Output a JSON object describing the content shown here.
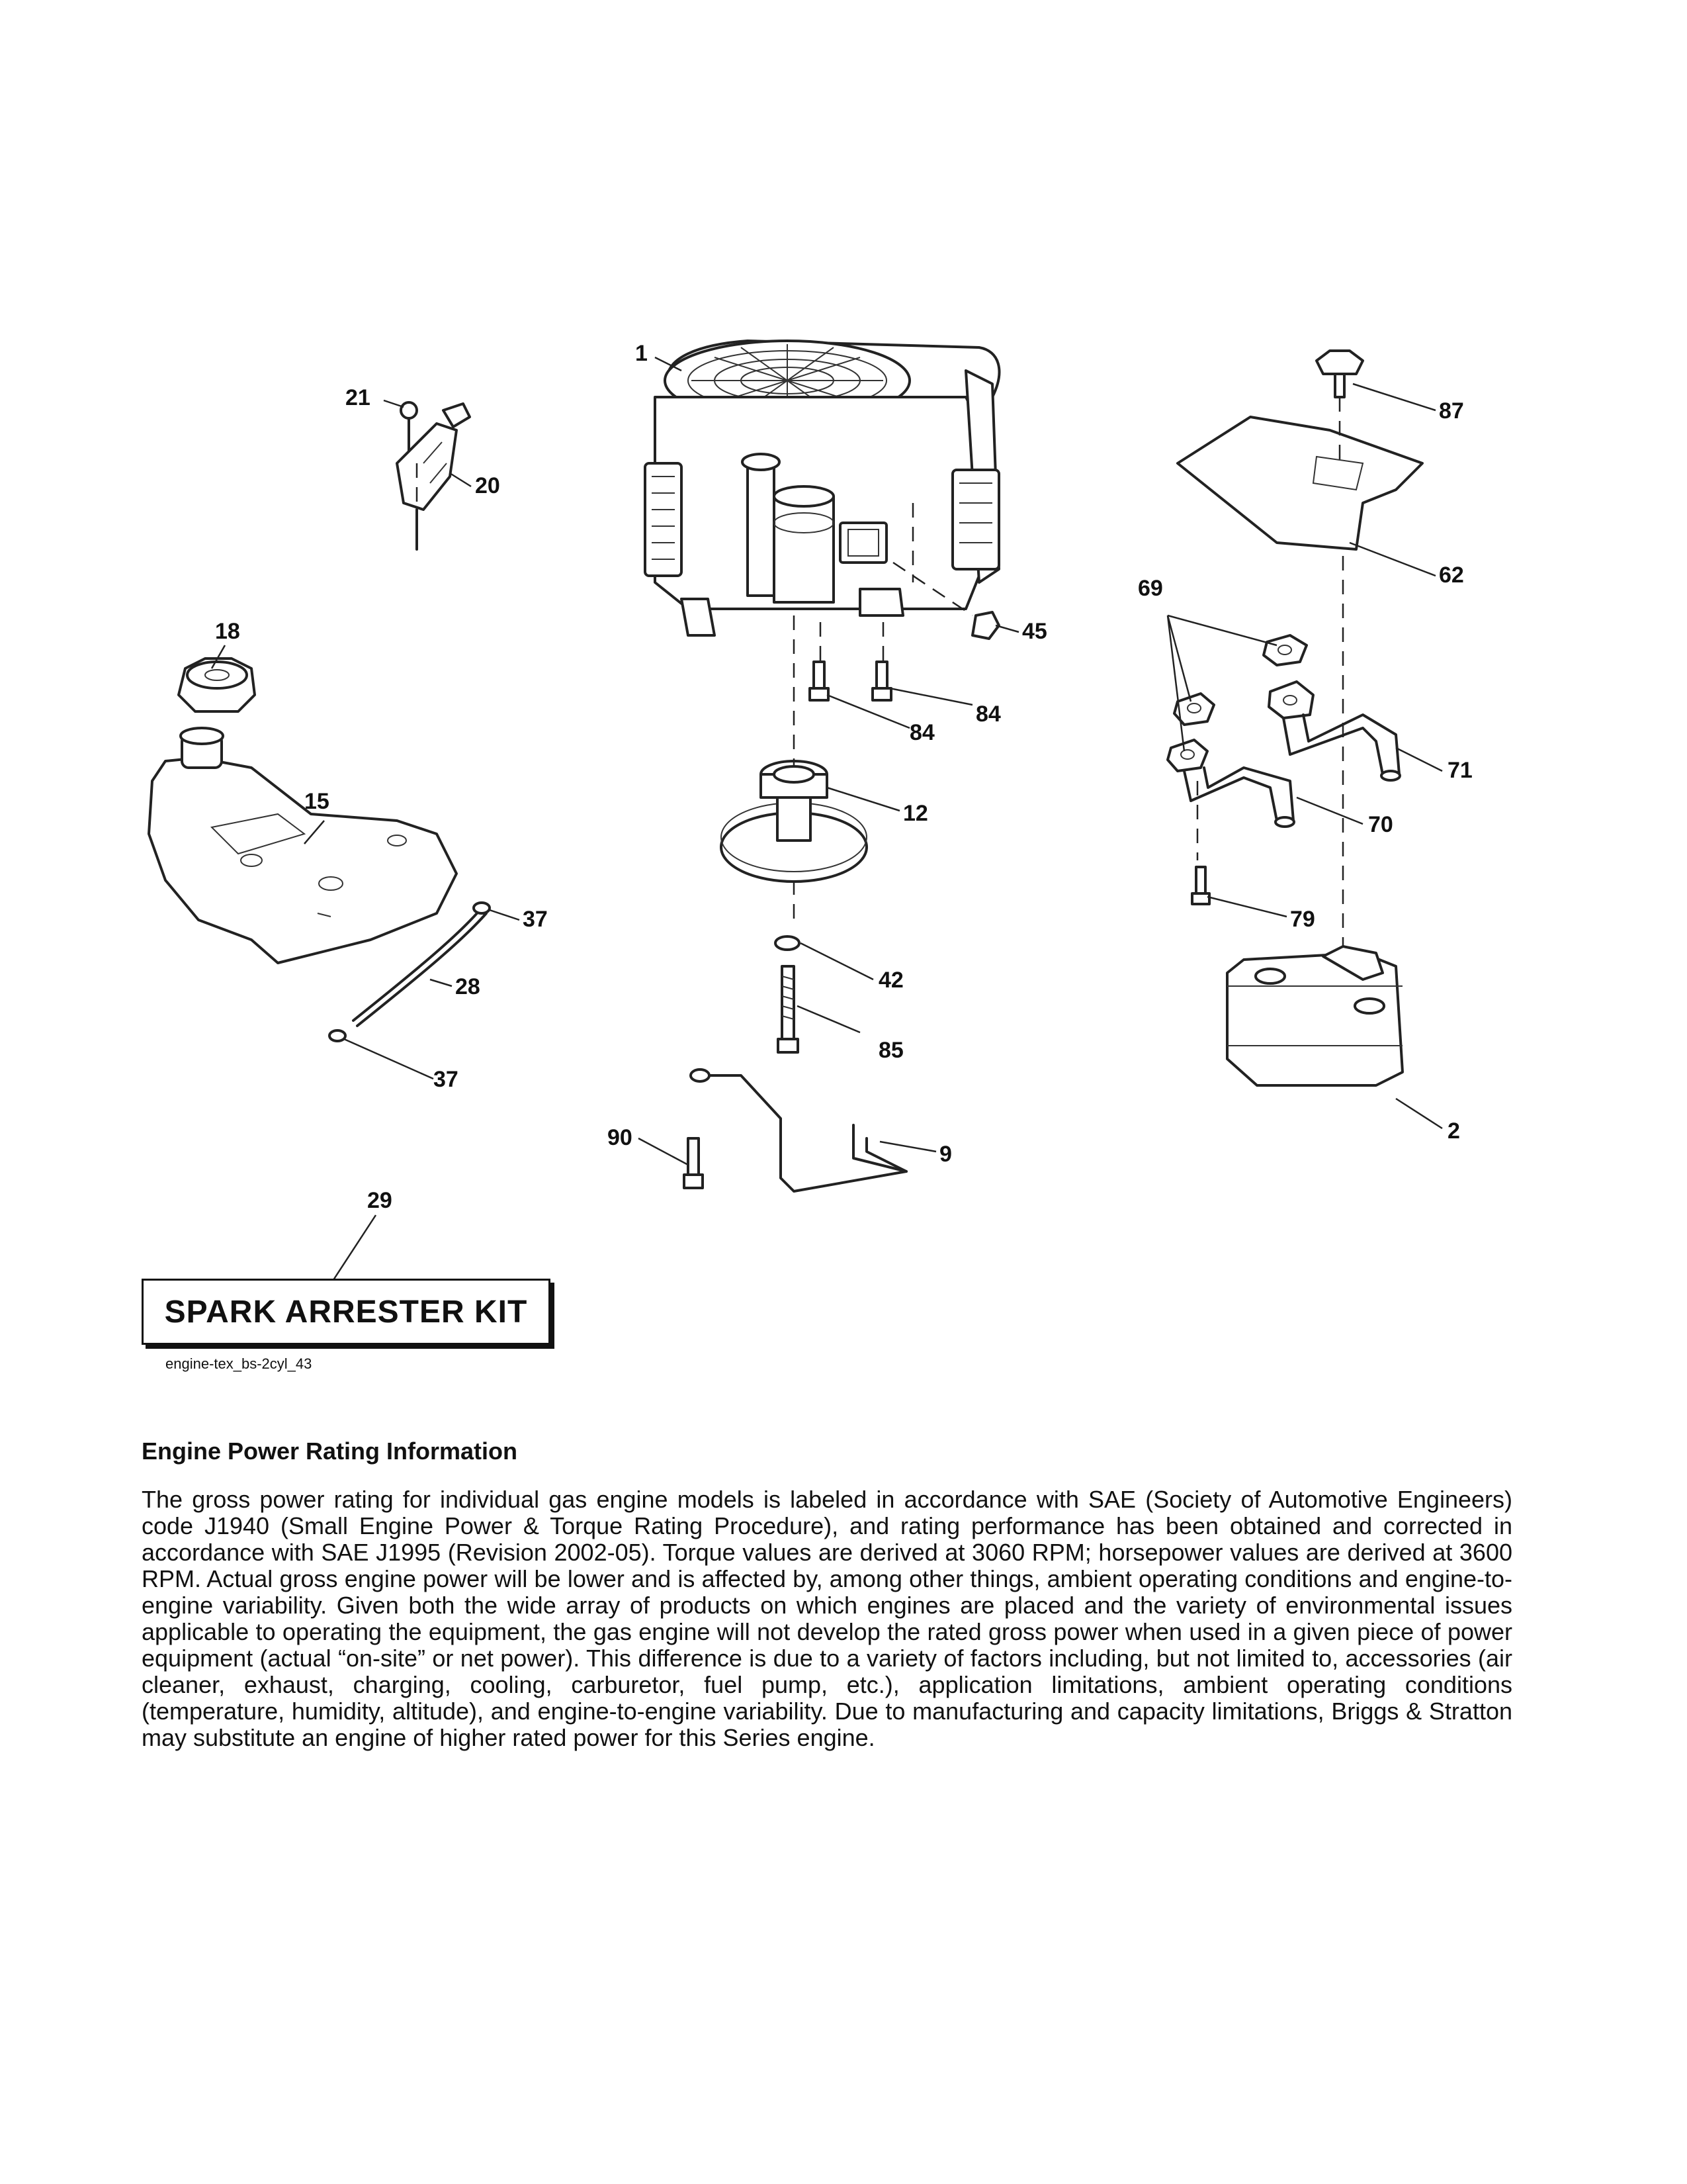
{
  "diagram": {
    "labels": {
      "p1": "1",
      "p2": "2",
      "p9": "9",
      "p12": "12",
      "p15": "15",
      "p18": "18",
      "p20": "20",
      "p21": "21",
      "p28": "28",
      "p29": "29",
      "p37a": "37",
      "p37b": "37",
      "p42": "42",
      "p45": "45",
      "p62": "62",
      "p69": "69",
      "p70": "70",
      "p71": "71",
      "p79": "79",
      "p84a": "84",
      "p84b": "84",
      "p85": "85",
      "p87": "87",
      "p90": "90"
    },
    "kit_label": "SPARK ARRESTER KIT",
    "figure_id": "engine-tex_bs-2cyl_43"
  },
  "info": {
    "title": "Engine Power Rating Information",
    "body": "The gross power rating for individual gas engine models is labeled in accordance with SAE (Society of Automotive Engineers) code J1940 (Small Engine Power & Torque Rating Procedure), and rating performance has been obtained and corrected in accordance with SAE J1995 (Revision 2002-05). Torque values are derived at 3060 RPM; horsepower values are derived at 3600 RPM. Actual gross engine power will be lower and is affected by, among other things, ambient operating conditions and engine-to-engine variability. Given both the wide array of products on which engines are placed and the variety of environmental issues applicable to operating the equipment, the gas engine will not develop the rated gross power when used in a given piece of power equipment (actual “on-site” or net power). This difference is due to a variety of factors including, but not limited to, accessories (air cleaner, exhaust, charging, cooling, carburetor, fuel pump, etc.), application limitations, ambient operating conditions (temperature, humidity, altitude), and engine-to-engine variability. Due to manufacturing and capacity limitations, Briggs & Stratton may substitute an engine of higher rated power for this Series engine."
  }
}
